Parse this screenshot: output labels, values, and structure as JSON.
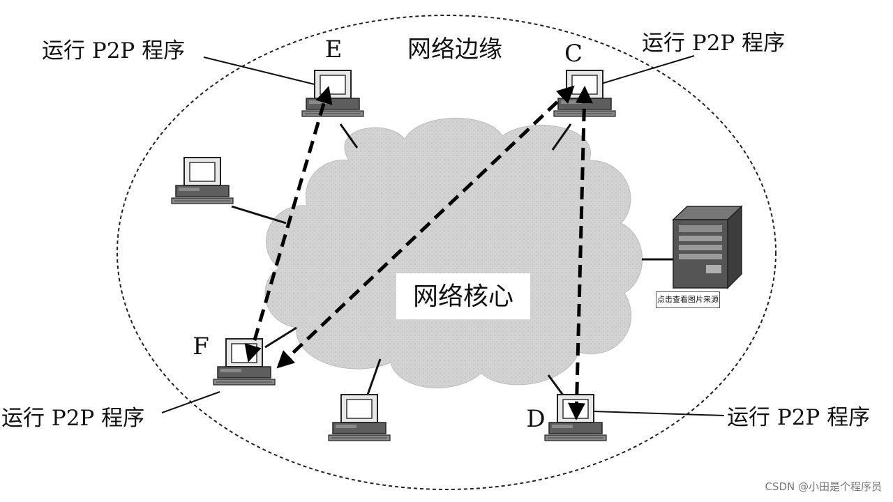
{
  "diagram": {
    "edge_label": "网络边缘",
    "core_label": "网络核心",
    "p2p_label": "运行 P2P 程序",
    "hosts": {
      "E": "E",
      "C": "C",
      "F": "F",
      "D": "D"
    }
  },
  "image_tag": "点击查看图片来源",
  "watermark": "CSDN @小田是个程序员"
}
